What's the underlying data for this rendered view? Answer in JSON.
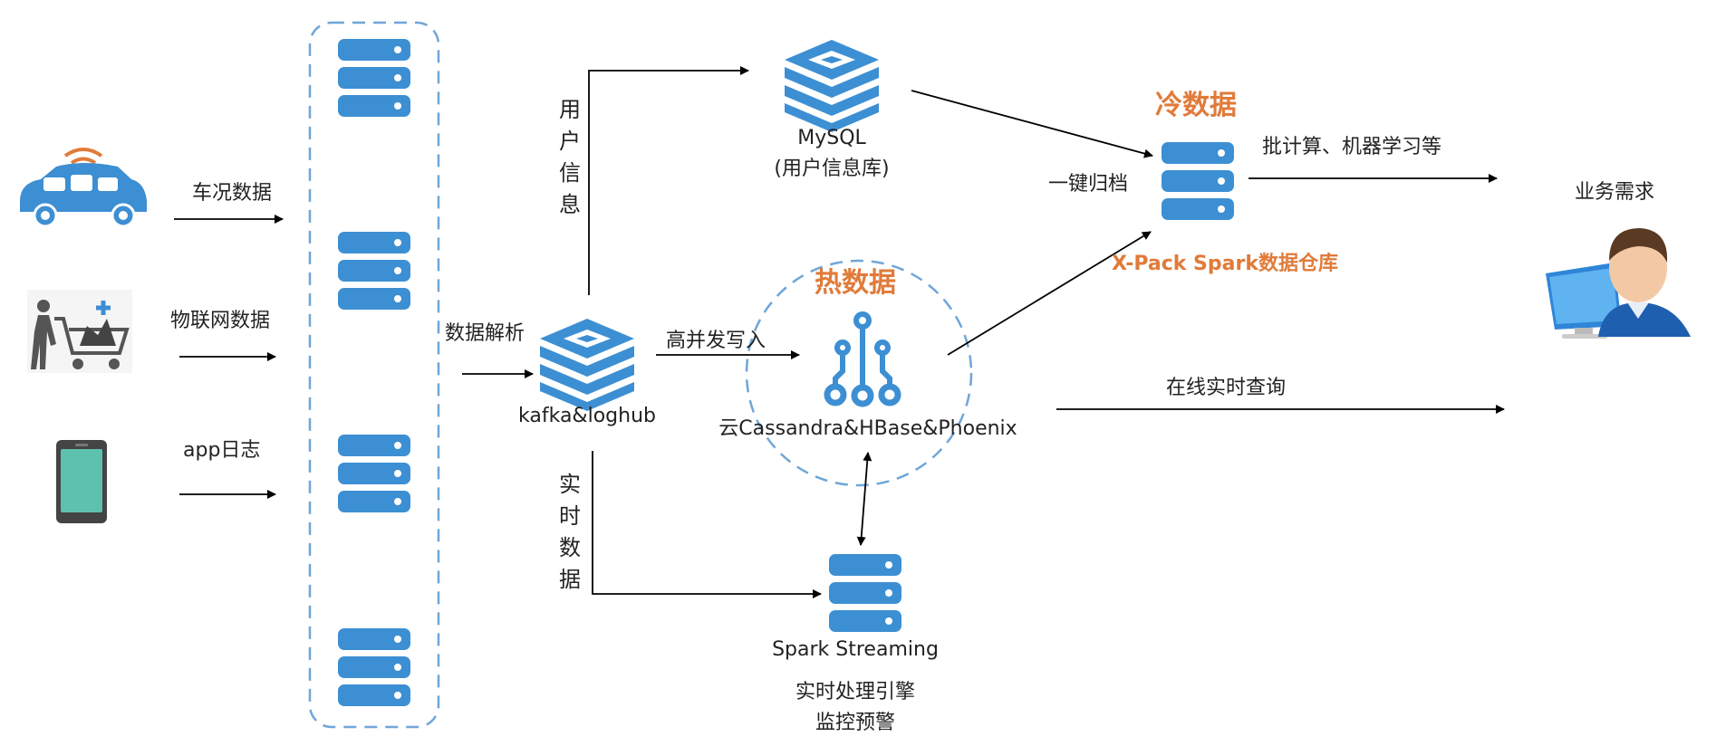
{
  "sources": {
    "car_label": "车况数据",
    "iot_label": "物联网数据",
    "app_label": "app日志"
  },
  "kafka": {
    "label": "kafka&loghub",
    "parse_label": "数据解析"
  },
  "mysql": {
    "label_line1": "MySQL",
    "label_line2": "(用户信息库)",
    "edge_label": "用\n户\n信\n息"
  },
  "hot": {
    "title": "热数据",
    "label": "云Cassandra&HBase&Phoenix",
    "edge_label": "高并发写入"
  },
  "spark_streaming": {
    "label": "Spark Streaming",
    "desc1": "实时处理引擎",
    "desc2": "监控预警",
    "edge_label": "实\n时\n数\n据"
  },
  "cold": {
    "title": "冷数据",
    "label": "X-Pack Spark数据仓库",
    "archive_label": "一键归档",
    "batch_label": "批计算、机器学习等"
  },
  "business": {
    "title": "业务需求",
    "online_label": "在线实时查询"
  },
  "colors": {
    "server": "#3d8fd3",
    "accent": "#e07b3a",
    "dashed": "#6fa6d8",
    "iot_teal": "#47b6b8"
  }
}
